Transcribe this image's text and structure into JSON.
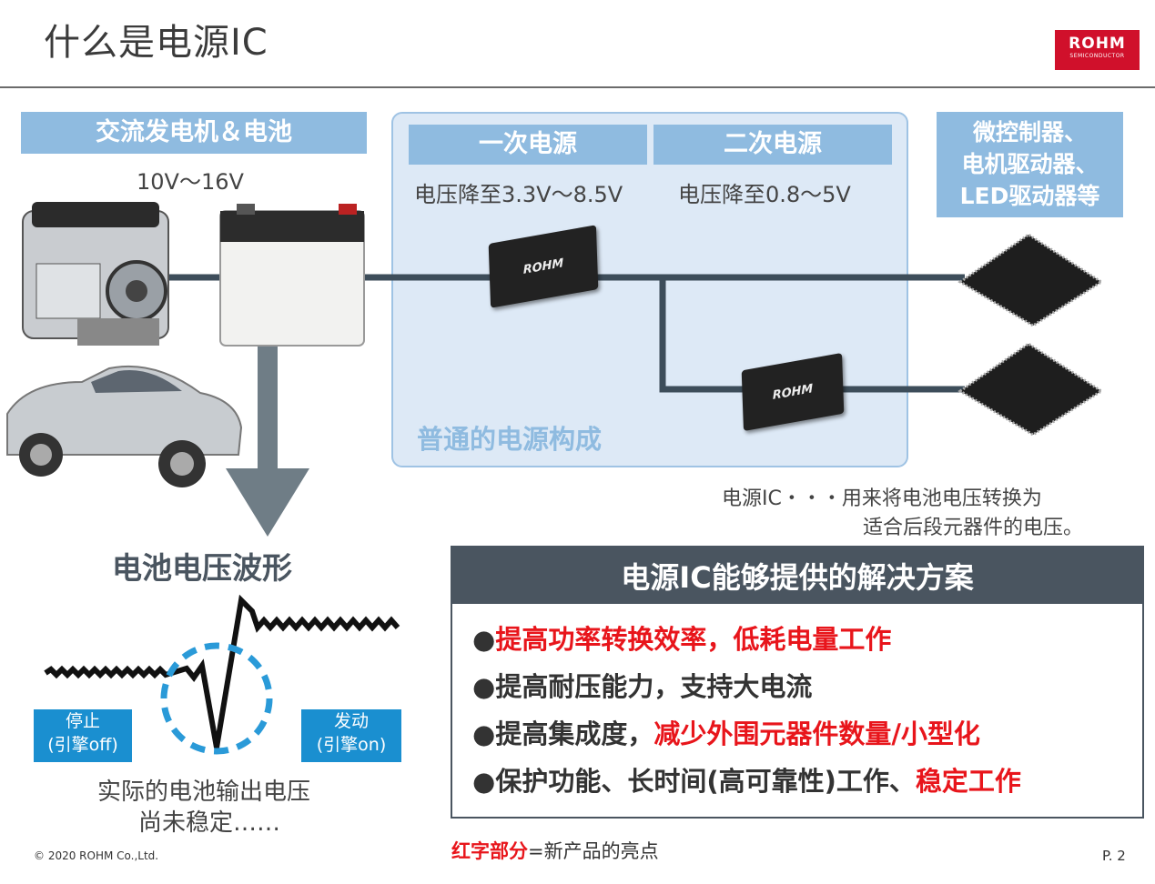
{
  "slide": {
    "title": "什么是电源IC",
    "logo": {
      "name": "ROHM",
      "sub": "SEMICONDUCTOR"
    },
    "footer_copyright": "© 2020 ROHM Co.,Ltd.",
    "page_number": "P. 2",
    "legend": {
      "red_part": "红字部分",
      "rest": "=新产品的亮点"
    }
  },
  "source": {
    "header": "交流发电机＆电池",
    "voltage": "10V～16V"
  },
  "power": {
    "primary": {
      "header": "一次电源",
      "desc": "电压降至3.3V～8.5V"
    },
    "secondary": {
      "header": "二次电源",
      "desc": "电压降至0.8～5V"
    },
    "group_label": "普通的电源构成",
    "chip_label": "ROHM"
  },
  "loads": {
    "line1": "微控制器、",
    "line2": "电机驱动器、",
    "line3": "LED驱动器等"
  },
  "note": {
    "line1": "电源IC・・・用来将电池电压转换为",
    "line2": "适合后段元器件的电压。"
  },
  "waveform": {
    "title": "电池电压波形",
    "stop": {
      "line1": "停止",
      "line2": "(引擎off)"
    },
    "start": {
      "line1": "发动",
      "line2": "(引擎on)"
    },
    "caption1": "实际的电池输出电压",
    "caption2": "尚未稳定……"
  },
  "solutions": {
    "header": "电源IC能够提供的解决方案",
    "b1": {
      "text": "提高功率转换效率，低耗电量工作"
    },
    "b2": {
      "text": "提高耐压能力，支持大电流"
    },
    "b3": {
      "normal": "提高集成度，",
      "red": "减少外围元器件数量/小型化"
    },
    "b4": {
      "normal": "保护功能、长时间(高可靠性)工作、",
      "red": "稳定工作"
    }
  },
  "colors": {
    "accent_red": "#e8151b",
    "header_blue": "#8fbbe0",
    "dark_header": "#4a5560",
    "state_blue": "#1a8fd0",
    "logo_red": "#d0102b"
  }
}
